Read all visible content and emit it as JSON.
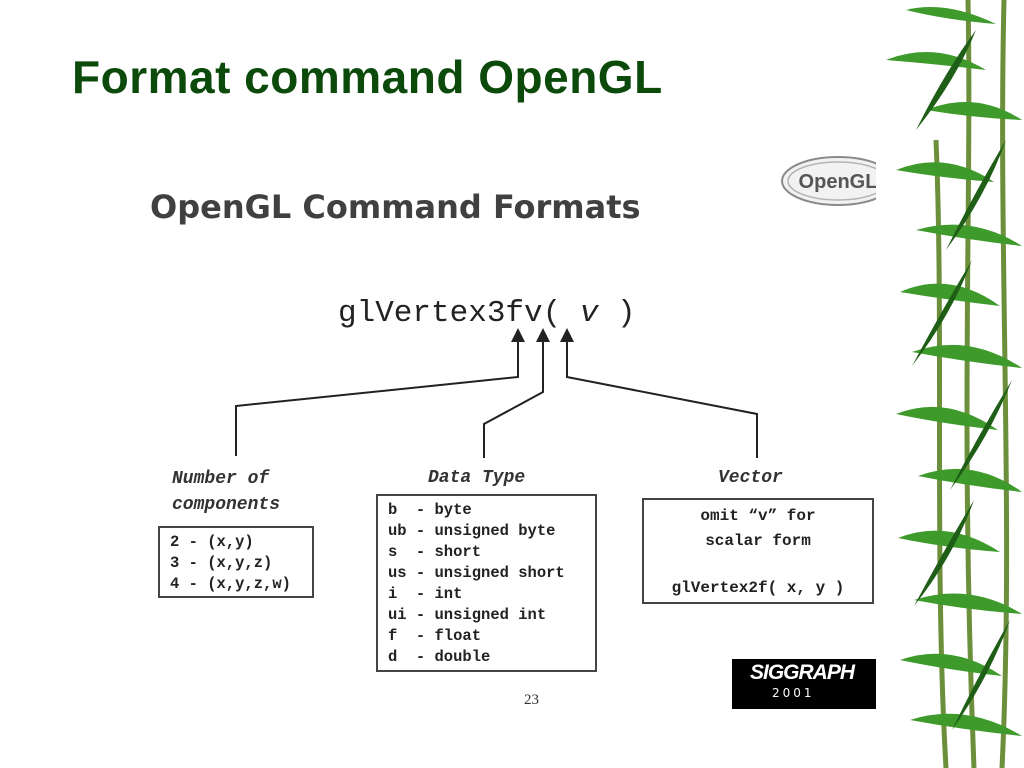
{
  "slide": {
    "title": "Format command OpenGL",
    "subtitle": "OpenGL Command Formats",
    "page_number": "23"
  },
  "command": {
    "func": "glVertex3fv( ",
    "arg": "v",
    "close": " )"
  },
  "labels": {
    "components_line1": "Number of",
    "components_line2": "components",
    "data_type": "Data Type",
    "vector": "Vector"
  },
  "components_box": [
    "2 - (x,y)",
    "3 - (x,y,z)",
    "4 - (x,y,z,w)"
  ],
  "data_type_box": [
    "b  - byte",
    "ub - unsigned byte",
    "s  - short",
    "us - unsigned short",
    "i  - int",
    "ui - unsigned int",
    "f  - float",
    "d  - double"
  ],
  "vector_box": {
    "line1": "omit “v” for",
    "line2": "scalar form",
    "example": "glVertex2f( x, y )"
  },
  "logos": {
    "opengl": "OpenGL",
    "siggraph": "SIGGRAPH",
    "siggraph_year": "2001"
  },
  "colors": {
    "title": "#0b4a0b",
    "bamboo_leaf": "#3f9a2c",
    "bamboo_dark": "#1e5e16"
  }
}
